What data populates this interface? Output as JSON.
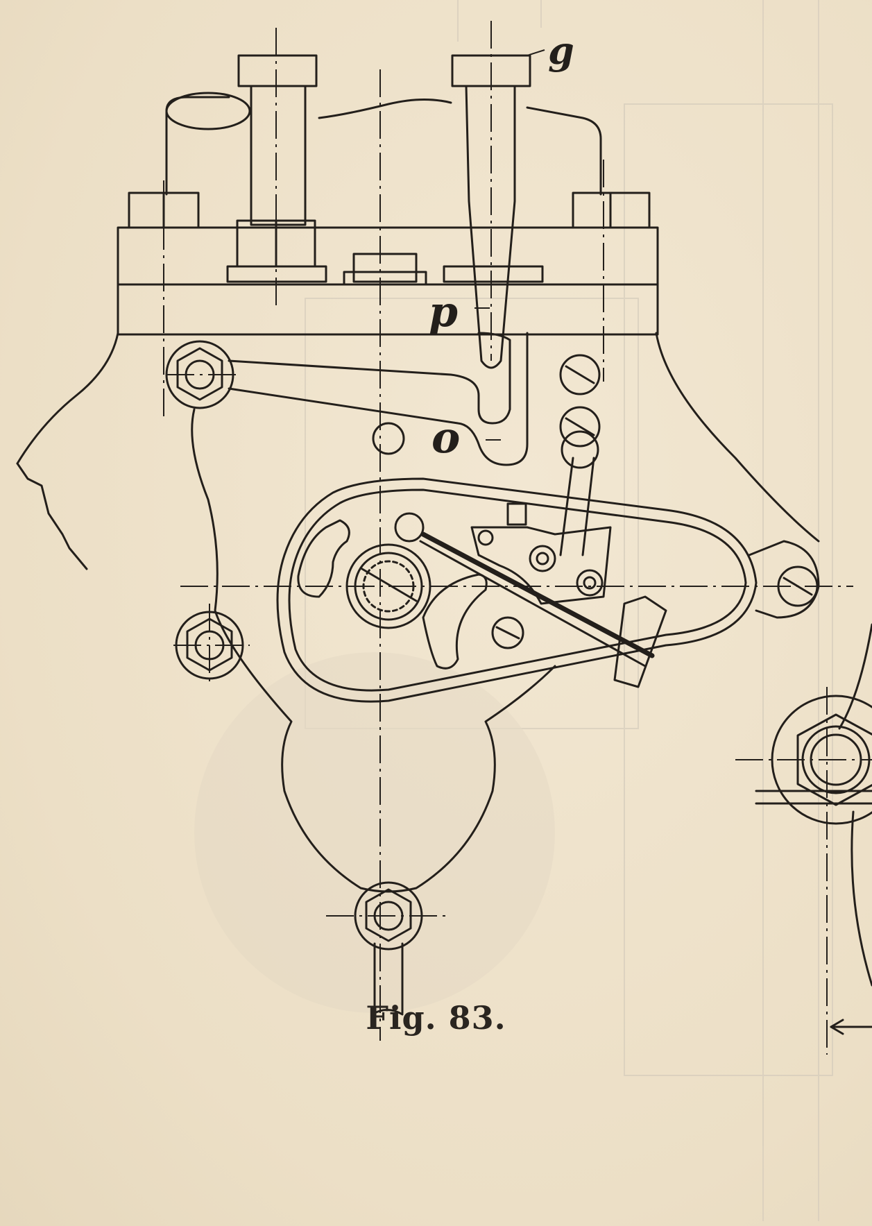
{
  "caption": "Fig. 83.",
  "labels": {
    "g": "g",
    "p": "p",
    "o": "o"
  },
  "colors": {
    "paper": "#efe3cd",
    "ink": "#231f1b",
    "bleed": "#d3cbbb"
  }
}
